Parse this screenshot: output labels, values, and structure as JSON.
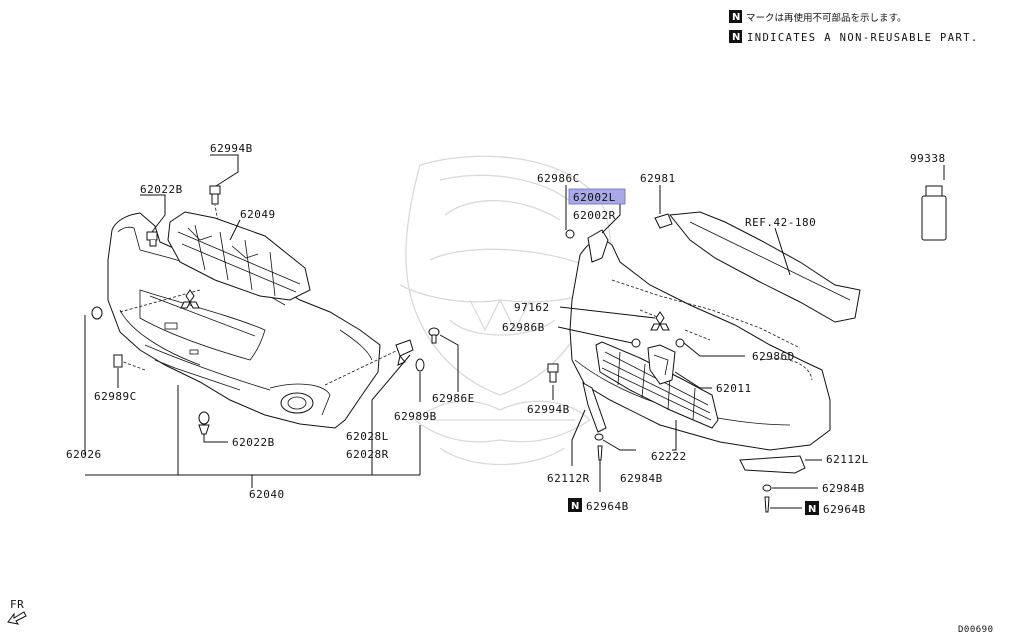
{
  "notes": {
    "jp": "マークは再使用不可部品を示します。",
    "en": "INDICATES A NON-REUSABLE PART.",
    "badge": "N"
  },
  "highlight_color": "#a9a9e6",
  "labels": {
    "p62994B_top": "62994B",
    "p62022B_top": "62022B",
    "p62049": "62049",
    "p62989C": "62989C",
    "p62026": "62026",
    "p62022B_bottom": "62022B",
    "p62040": "62040",
    "p62028L": "62028L",
    "p62028R": "62028R",
    "p62989B": "62989B",
    "p62986E": "62986E",
    "p62986C": "62986C",
    "p62002L": "62002L",
    "p62002R": "62002R",
    "p62981": "62981",
    "ref": "REF.42-180",
    "p99338": "99338",
    "p97162": "97162",
    "p62986B": "62986B",
    "p62986D": "62986D",
    "p62011": "62011",
    "p62994B_right": "62994B",
    "p62222": "62222",
    "p62112R": "62112R",
    "p62984B_left": "62984B",
    "p62964B_left": "62964B",
    "p62112L": "62112L",
    "p62984B_right": "62984B",
    "p62964B_right": "62964B",
    "fr": "FR",
    "code": "D00690"
  }
}
